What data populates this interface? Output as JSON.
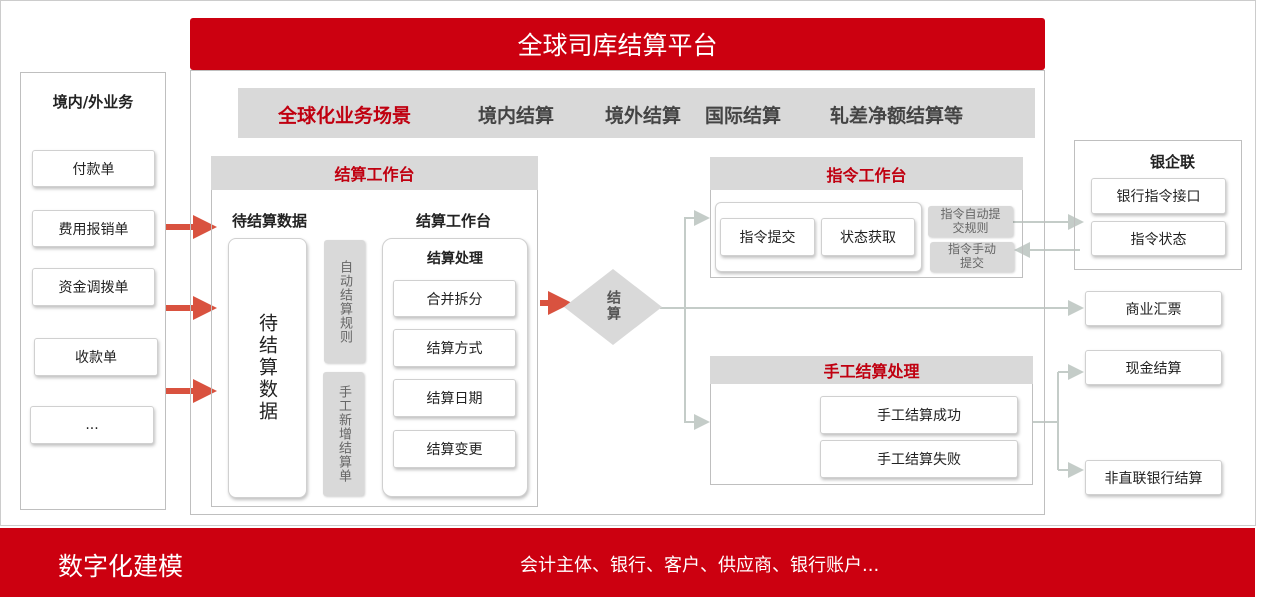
{
  "title": "全球司库结算平台",
  "scenarios": [
    "全球化业务场景",
    "境内结算",
    "境外结算",
    "国际结算",
    "轧差净额结算等"
  ],
  "left": {
    "title": "境内/外业务",
    "items": [
      "付款单",
      "费用报销单",
      "资金调拨单",
      "收款单",
      "..."
    ]
  },
  "settle": {
    "header": "结算工作台",
    "pending_label": "待结算数据",
    "pending_box": "待结算数据",
    "auto_rule": "自动结算规则",
    "manual_add": "手工新增结算单",
    "workbench_label": "结算工作台",
    "process_title": "结算处理",
    "process_items": [
      "合并拆分",
      "结算方式",
      "结算日期",
      "结算变更"
    ]
  },
  "diamond": "结算",
  "command": {
    "header": "指令工作台",
    "buttons": [
      "指令提交",
      "状态获取"
    ],
    "auto_rule": "指令自动提交规则",
    "manual": "指令手动提交"
  },
  "bank": {
    "title": "银企联",
    "items": [
      "银行指令接口",
      "指令状态"
    ]
  },
  "manual": {
    "header": "手工结算处理",
    "items": [
      "手工结算成功",
      "手工结算失败"
    ]
  },
  "outputs": [
    "商业汇票",
    "现金结算",
    "非直联银行结算"
  ],
  "footer": {
    "title": "数字化建模",
    "text": "会计主体、银行、客户、供应商、银行账户..."
  },
  "colors": {
    "brand_red": "#cc0010",
    "arrow_red": "#d9523f",
    "gray": "#d9d9d9"
  }
}
